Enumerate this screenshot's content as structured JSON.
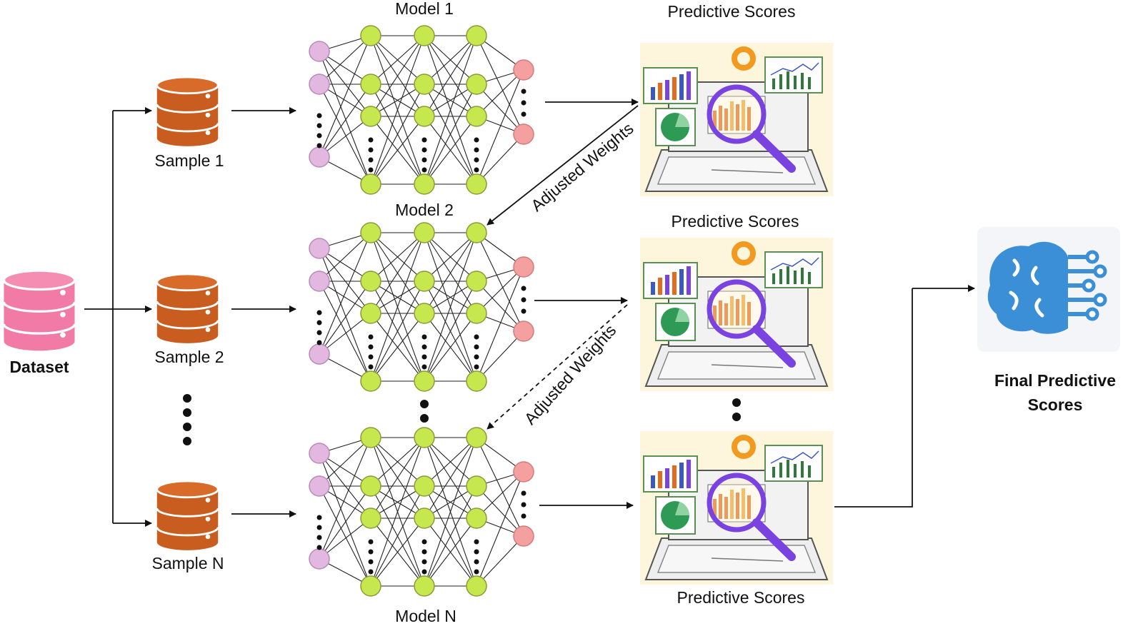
{
  "dataset_label": "Dataset",
  "samples": [
    "Sample 1",
    "Sample 2",
    "Sample N"
  ],
  "models": [
    "Model 1",
    "Model 2",
    "Model N"
  ],
  "predictive_label": "Predictive Scores",
  "adjusted_weights_label": "Adjusted Weights",
  "final_label_lines": [
    "Final Predictive",
    "Scores"
  ],
  "colors": {
    "dataset": "#f27ba6",
    "sample": "#c95d1f",
    "input_node": "#e3b8e0",
    "hidden_node": "#c6e84e",
    "output_node": "#f5a0a0",
    "brain": "#3b8fd6",
    "magnifier": "#7a42e0"
  },
  "icons": [
    "database-icon",
    "neural-network-icon",
    "analytics-dashboard-icon",
    "brain-ai-icon"
  ]
}
